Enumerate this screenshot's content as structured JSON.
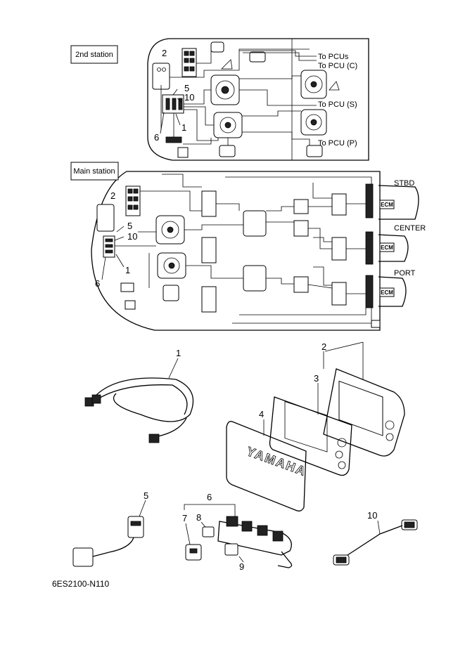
{
  "diagram": {
    "top": {
      "station_label": "2nd station",
      "callouts": [
        "2",
        "5",
        "10",
        "6",
        "1"
      ],
      "destinations": [
        "To PCUs",
        "To PCU (C)",
        "To PCU (S)",
        "To PCU (P)"
      ]
    },
    "main": {
      "station_label": "Main station",
      "callouts": [
        "2",
        "5",
        "10",
        "6",
        "1"
      ],
      "engines": [
        "STBD",
        "CENTER",
        "PORT"
      ],
      "ecm_label": "ECM"
    },
    "parts": {
      "callouts": [
        "1",
        "2",
        "3",
        "4",
        "5",
        "6",
        "7",
        "8",
        "9",
        "10"
      ],
      "cover_text": "YAMAHA"
    },
    "figure_code": "6ES2100-N110"
  }
}
